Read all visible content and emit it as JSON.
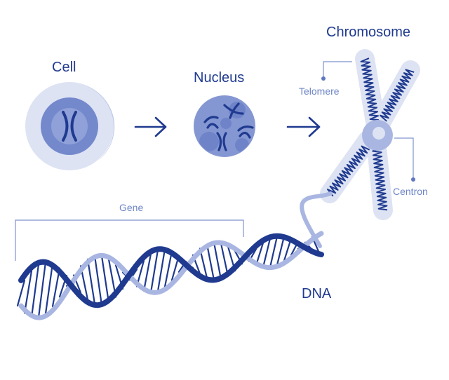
{
  "labels": {
    "cell": "Cell",
    "nucleus": "Nucleus",
    "chromosome": "Chromosome",
    "telomere": "Telomere",
    "centron": "Centron",
    "gene": "Gene",
    "dna": "DNA"
  },
  "colors": {
    "dark_blue": "#1f3a8f",
    "mid_blue": "#5f76c0",
    "light_blue": "#a9b6e2",
    "pale_blue": "#dde3f3",
    "label_blue": "#6d84c6"
  },
  "icons": {
    "arrow_1": "arrow-right-icon",
    "arrow_2": "arrow-right-icon"
  }
}
